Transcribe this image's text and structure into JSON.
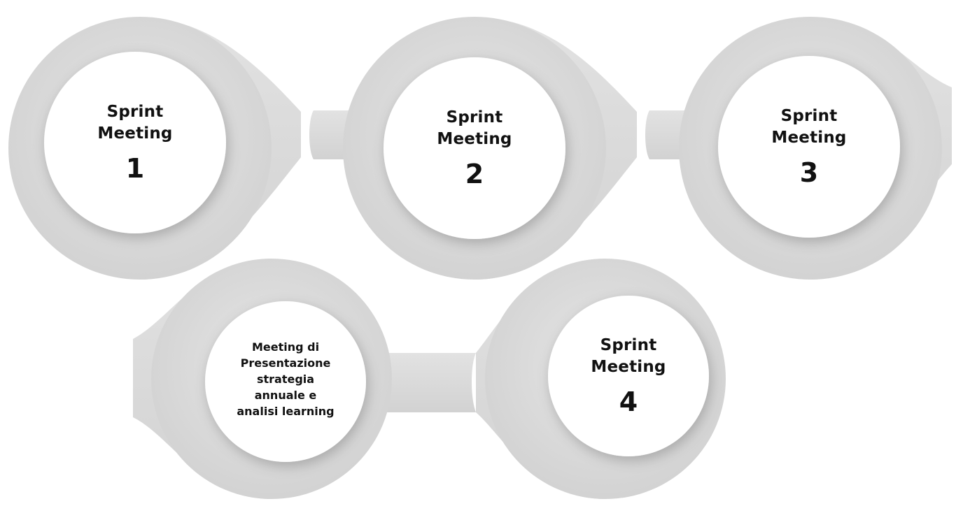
{
  "colors": {
    "background": "#ffffff",
    "shape": "#d9d9d9",
    "circle": "#ffffff",
    "text": "#111111"
  },
  "nodes": [
    {
      "title": "Sprint Meeting",
      "number": "1"
    },
    {
      "title": "Sprint Meeting",
      "number": "2"
    },
    {
      "title": "Sprint Meeting",
      "number": "3"
    },
    {
      "title": "Meeting di Presentazione strategia annuale e analisi learning",
      "number": ""
    },
    {
      "title": "Sprint Meeting",
      "number": "4"
    }
  ]
}
